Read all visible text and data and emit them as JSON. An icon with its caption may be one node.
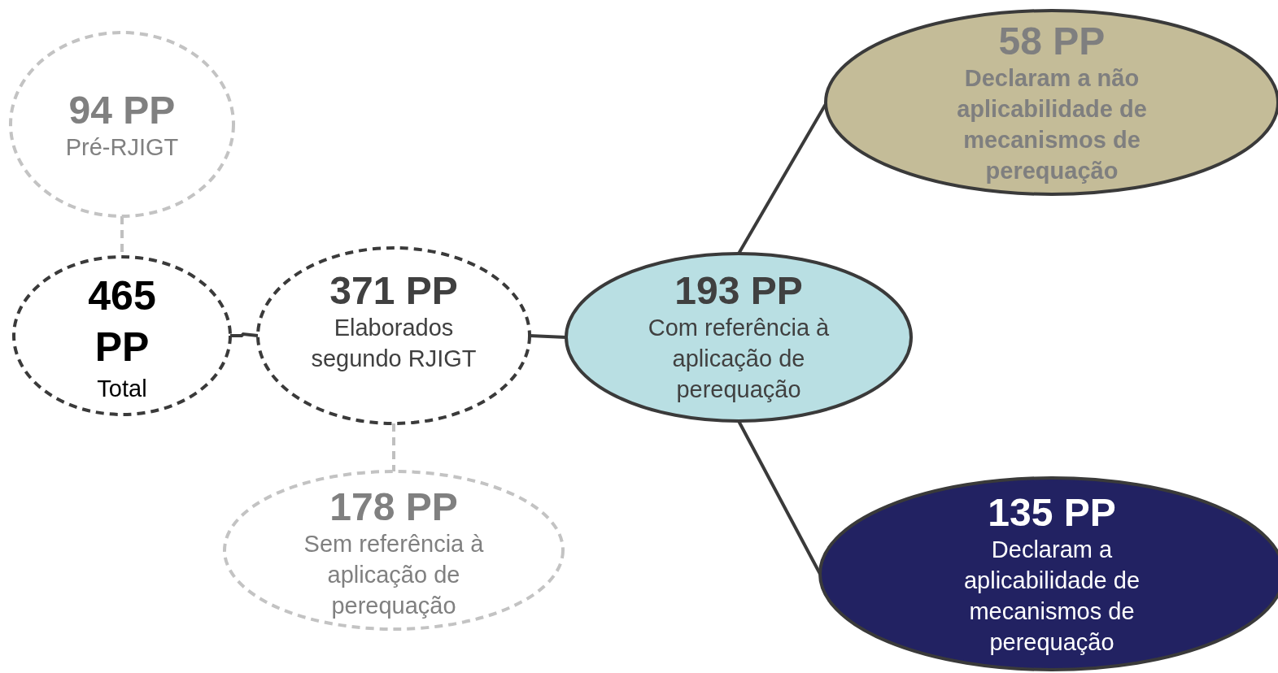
{
  "diagram": {
    "nodes": [
      {
        "text": [
          "94 PP",
          "Pré-RJIGT"
        ]
      },
      {
        "text": [
          "465 PP",
          "Total"
        ]
      },
      {
        "text": [
          "371 PP",
          "Elaborados segundo RJIGT"
        ]
      },
      {
        "text": [
          "178 PP",
          "Sem referência à aplicação de perequação"
        ]
      },
      {
        "text": [
          "193 PP",
          "Com referência à aplicação de perequação"
        ]
      },
      {
        "text": [
          "58 PP",
          "Declaram a não aplicabilidade de mecanismos de perequação"
        ]
      },
      {
        "text": [
          "135 PP",
          "Declaram a aplicabilidade de mecanismos de perequação"
        ]
      }
    ],
    "edges": [
      {
        "from": 0,
        "to": 1,
        "arrow": "none",
        "style": "dashed",
        "color": "#c0c0c0"
      },
      {
        "from": 1,
        "to": 2,
        "arrow": "none"
      },
      {
        "from": 2,
        "to": 3,
        "arrow": "none",
        "style": "dashed",
        "color": "#c0c0c0"
      },
      {
        "from": 2,
        "to": 4,
        "arrow": "none"
      },
      {
        "from": 4,
        "to": 5,
        "arrow": "none"
      },
      {
        "from": 4,
        "to": 6,
        "arrow": "none"
      }
    ]
  }
}
